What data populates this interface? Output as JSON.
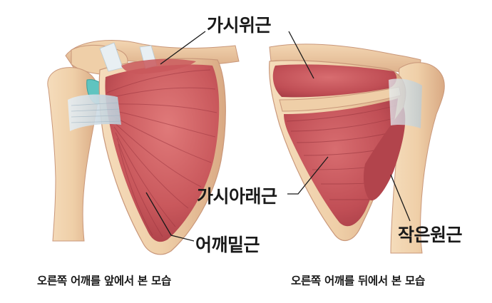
{
  "labels": {
    "supraspinatus": "가시위근",
    "infraspinatus": "가시아래근",
    "subscapularis": "어깨밑근",
    "teres_minor": "작은원근"
  },
  "captions": {
    "front": "오른쪽 어깨를 앞에서 본 모습",
    "back": "오른쪽 어깨를 뒤에서 본 모습"
  },
  "colors": {
    "bone": "#efcfa8",
    "bone_shadow": "#d9a983",
    "muscle": "#c9585c",
    "muscle_dark": "#a73c44",
    "ligament": "#cfdde6",
    "cartilage": "#5fc4c0",
    "leader_line": "#1a1a1a"
  }
}
